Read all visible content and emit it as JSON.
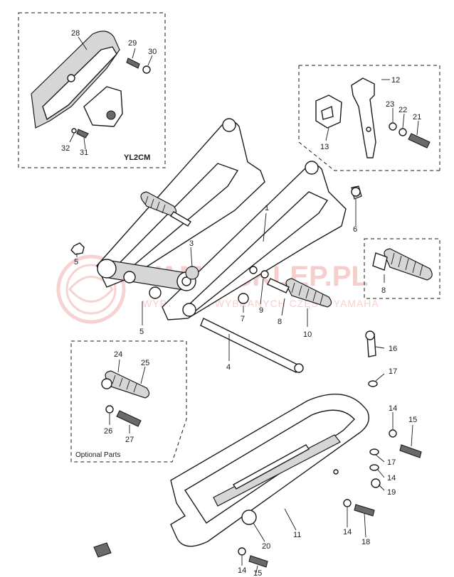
{
  "diagram": {
    "inset_model_label": "YL2CM",
    "optional_parts_label": "Optional Parts",
    "watermark_main": "YAMA-SKLEP.PL",
    "watermark_sub": "WYPRZEDAŻ WYBRANYCH CZĘŚCI YAMAHA",
    "callouts": [
      {
        "id": "c28",
        "text": "28"
      },
      {
        "id": "c29",
        "text": "29"
      },
      {
        "id": "c30",
        "text": "30"
      },
      {
        "id": "c32",
        "text": "32"
      },
      {
        "id": "c31",
        "text": "31"
      },
      {
        "id": "c12",
        "text": "12"
      },
      {
        "id": "c23",
        "text": "23"
      },
      {
        "id": "c22",
        "text": "22"
      },
      {
        "id": "c21",
        "text": "21"
      },
      {
        "id": "c13",
        "text": "13"
      },
      {
        "id": "c6",
        "text": "6"
      },
      {
        "id": "c5a",
        "text": "5"
      },
      {
        "id": "c3",
        "text": "3"
      },
      {
        "id": "c1",
        "text": "1"
      },
      {
        "id": "c8",
        "text": "8"
      },
      {
        "id": "c5b",
        "text": "5"
      },
      {
        "id": "c7",
        "text": "7"
      },
      {
        "id": "c9",
        "text": "9"
      },
      {
        "id": "c8b",
        "text": "8"
      },
      {
        "id": "c10",
        "text": "10"
      },
      {
        "id": "c4",
        "text": "4"
      },
      {
        "id": "c16",
        "text": "16"
      },
      {
        "id": "c17a",
        "text": "17"
      },
      {
        "id": "c24",
        "text": "24"
      },
      {
        "id": "c25",
        "text": "25"
      },
      {
        "id": "c26",
        "text": "26"
      },
      {
        "id": "c27",
        "text": "27"
      },
      {
        "id": "c14a",
        "text": "14"
      },
      {
        "id": "c15a",
        "text": "15"
      },
      {
        "id": "c17b",
        "text": "17"
      },
      {
        "id": "c14b",
        "text": "14"
      },
      {
        "id": "c19",
        "text": "19"
      },
      {
        "id": "c11",
        "text": "11"
      },
      {
        "id": "c20",
        "text": "20"
      },
      {
        "id": "c14c",
        "text": "14"
      },
      {
        "id": "c18",
        "text": "18"
      },
      {
        "id": "c14d",
        "text": "14"
      },
      {
        "id": "c15b",
        "text": "15"
      }
    ]
  }
}
